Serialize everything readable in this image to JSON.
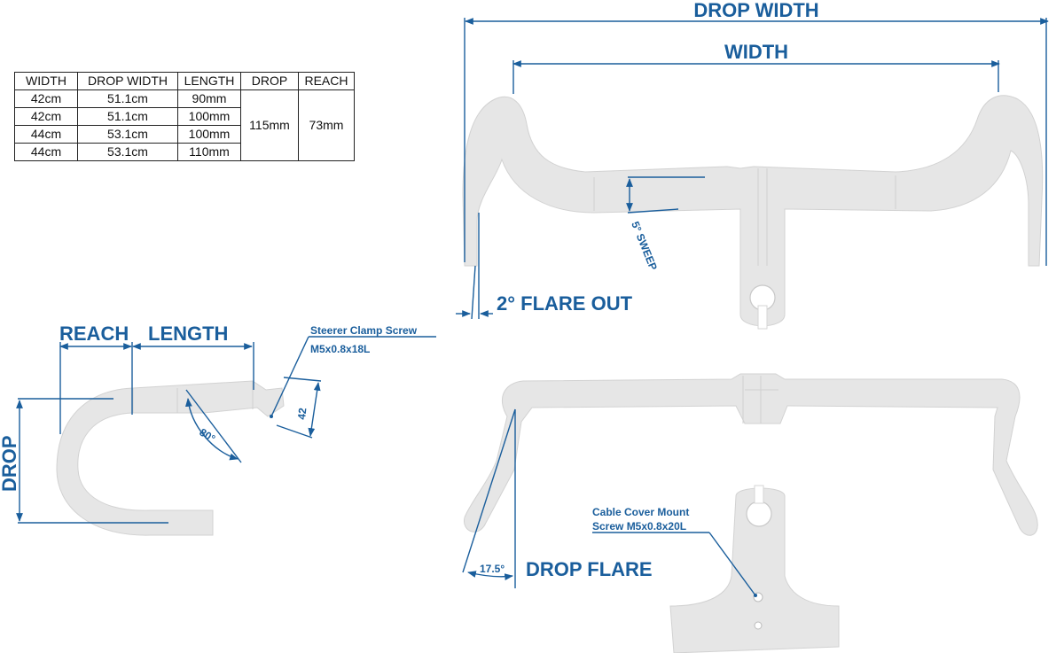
{
  "spec_table": {
    "headers": [
      "WIDTH",
      "DROP WIDTH",
      "LENGTH",
      "DROP",
      "REACH"
    ],
    "rows": [
      {
        "width": "42cm",
        "drop_width": "51.1cm",
        "length": "90mm"
      },
      {
        "width": "42cm",
        "drop_width": "51.1cm",
        "length": "100mm"
      },
      {
        "width": "44cm",
        "drop_width": "53.1cm",
        "length": "100mm"
      },
      {
        "width": "44cm",
        "drop_width": "53.1cm",
        "length": "110mm"
      }
    ],
    "drop": "115mm",
    "reach": "73mm"
  },
  "labels": {
    "drop_width": "DROP WIDTH",
    "width": "WIDTH",
    "sweep": "5° SWEEP",
    "flare_out": "2° FLARE OUT",
    "reach": "REACH",
    "length": "LENGTH",
    "steerer_clamp_screw_title": "Steerer Clamp Screw",
    "steerer_clamp_screw_spec": "M5x0.8x18L",
    "clamp_dimension": "42",
    "angle": "80°",
    "drop": "DROP",
    "cable_cover_title": "Cable Cover Mount",
    "cable_cover_spec": "Screw M5x0.8x20L",
    "drop_flare_angle": "17.5°",
    "drop_flare": "DROP FLARE"
  },
  "colors": {
    "accent": "#1a5e9c",
    "bar_fill": "#e6e6e6",
    "bar_edge": "#d2d2d2"
  }
}
